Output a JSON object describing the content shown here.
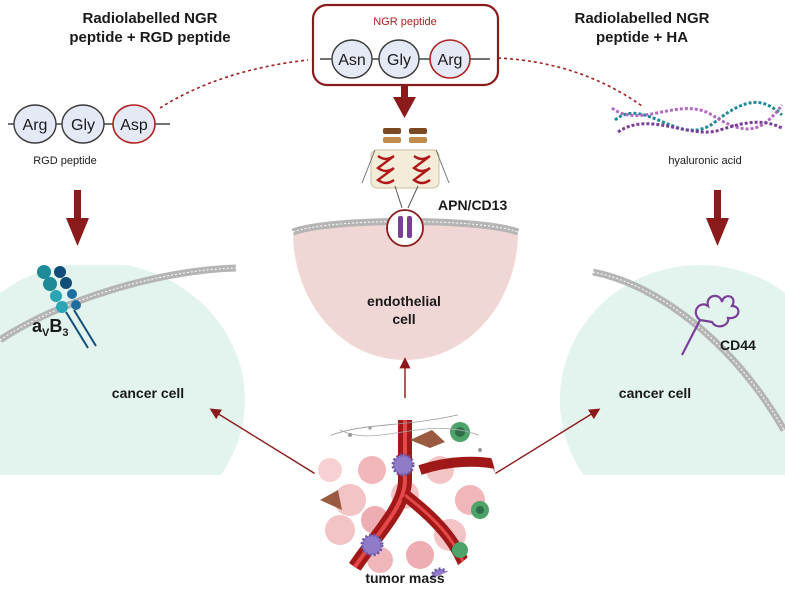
{
  "headers": {
    "left_line1": "Radiolabelled NGR",
    "left_line2": "peptide + RGD peptide",
    "right_line1": "Radiolabelled NGR",
    "right_line2": "peptide + HA"
  },
  "ngr_box": {
    "title": "NGR peptide",
    "residues": [
      "Asn",
      "Gly",
      "Arg"
    ]
  },
  "rgd": {
    "residues": [
      "Arg",
      "Gly",
      "Asp"
    ],
    "label": "RGD peptide"
  },
  "ha": {
    "label": "hyaluronic acid"
  },
  "receptors": {
    "apn": "APN/CD13",
    "integrin_base": "a",
    "integrin_sub1": "V",
    "integrin_main": "B",
    "integrin_sub2": "3",
    "cd44": "CD44"
  },
  "cells": {
    "left": "cancer cell",
    "right": "cancer cell",
    "endo_line1": "endothelial",
    "endo_line2": "cell"
  },
  "tumor": {
    "label": "tumor mass"
  },
  "colors": {
    "dark_red": "#8b1a1a",
    "cell_green": "#e3f4ee",
    "endo_pink": "#f0d7d5",
    "membrane": "#b5b5b5",
    "bead": "#e5e9f5",
    "teal": "#1e8a98",
    "purple": "#7a3f99"
  }
}
